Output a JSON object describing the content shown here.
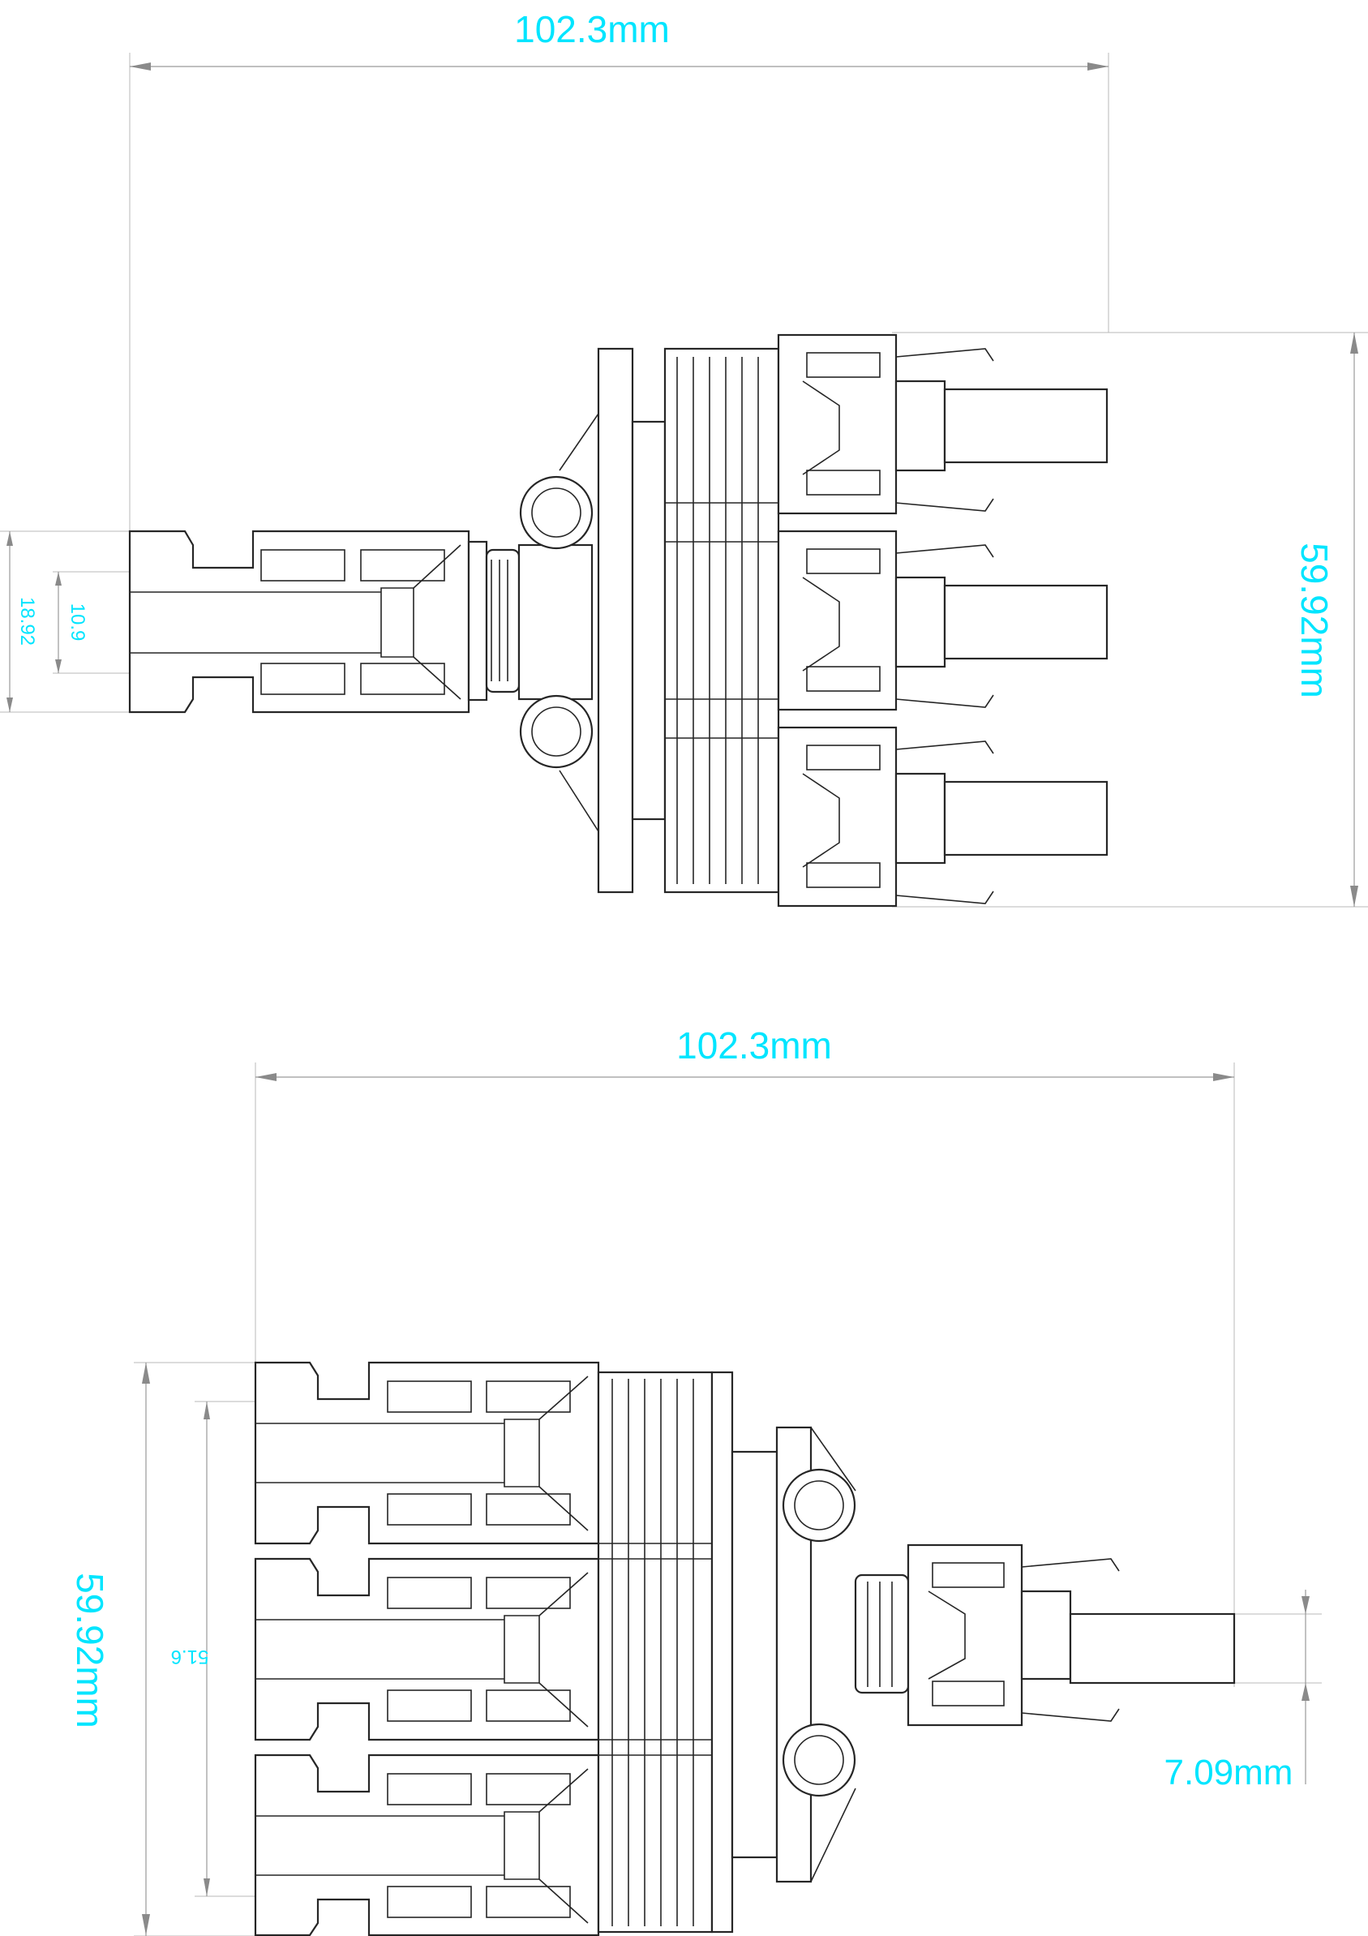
{
  "top_view": {
    "width_label": "102.3mm",
    "height_label": "59.92mm",
    "outer_label": "18.92",
    "inner_label": "10.9"
  },
  "bottom_view": {
    "width_label": "102.3mm",
    "height_label": "59.92mm",
    "pitch_label": "51.6",
    "pin_label": "7.09mm"
  },
  "colors": {
    "dimension_text": "#00e5ff",
    "outline": "#262626",
    "dimension_line": "#9a9a9a"
  }
}
